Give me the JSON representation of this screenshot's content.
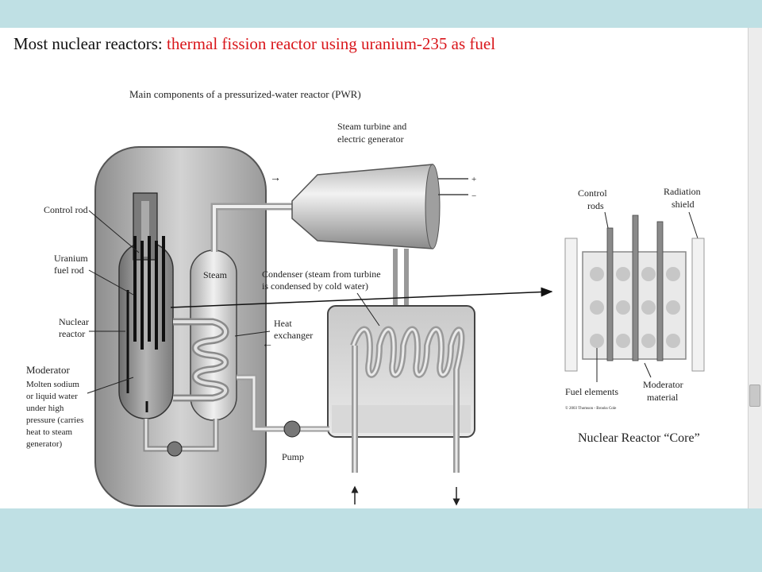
{
  "title": {
    "prefix": "Most nuclear reactors:",
    "highlight": "thermal fission reactor using uranium-235 as fuel",
    "highlight_color": "#d9161b"
  },
  "pwr": {
    "heading": "Main components of a pressurized-water reactor (PWR)",
    "turbine": [
      "Steam turbine and",
      "electric generator"
    ],
    "control_rod": "Control rod",
    "fuel_rod": [
      "Uranium",
      "fuel rod"
    ],
    "reactor": [
      "Nuclear",
      "reactor"
    ],
    "moderator_title": "Moderator",
    "moderator_desc": [
      "Molten sodium",
      "or liquid water",
      "under high",
      "pressure (carries",
      "heat to steam",
      "generator)"
    ],
    "steam": "Steam",
    "condenser": [
      "Condenser (steam from turbine",
      "is condensed by cold water)"
    ],
    "heat_exchanger": [
      "Heat",
      "exchanger"
    ],
    "pump": "Pump",
    "plus": "+",
    "minus": "−"
  },
  "core": {
    "control_rods": [
      "Control",
      "rods"
    ],
    "radiation_shield": [
      "Radiation",
      "shield"
    ],
    "fuel_elements": "Fuel elements",
    "moderator_material": [
      "Moderator",
      "material"
    ],
    "copyright": "© 2003 Thomson - Brooks Cole",
    "caption": "Nuclear Reactor “Core”"
  }
}
